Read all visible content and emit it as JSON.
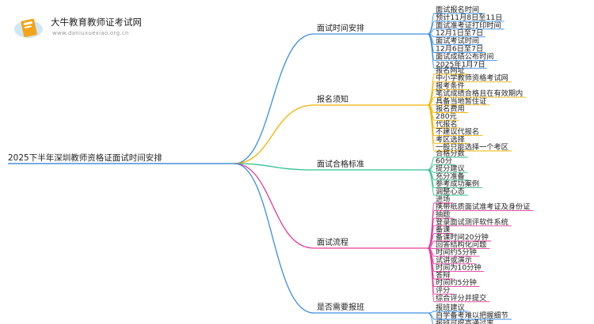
{
  "logo": {
    "brand": "大牛教育教师证考试网",
    "url": "www.daniuxuexiao.org.cn",
    "icon": "book-logo-icon"
  },
  "root": {
    "label": "2025下半年深圳教师资格证面试时间安排"
  },
  "branches": [
    {
      "label": "面试时间安排",
      "color": "#3a8ee6",
      "leaves": [
        "面试报名时间",
        "预计11月8日至11日",
        "面试准考证打印时间",
        "12月1日至7日",
        "面试考试时间",
        "12月6日至7日",
        "面试成绩公布时间",
        "2025年1月7日"
      ]
    },
    {
      "label": "报名须知",
      "color": "#f0b400",
      "leaves": [
        "报名网址",
        "中小学教师资格考试网",
        "报考条件",
        "笔试成绩合格且在有效期内",
        "具备当地暂住证",
        "报名费用",
        "280元",
        "代报名",
        "不建议代报名",
        "考区选择",
        "一般只能选择一个考区"
      ]
    },
    {
      "label": "面试合格标准",
      "color": "#2fbf8f",
      "leaves": [
        "合格分数",
        "60分",
        "提分建议",
        "充分准备",
        "参考成功案例",
        "调整心态"
      ]
    },
    {
      "label": "面试流程",
      "color": "#e63a9a",
      "leaves": [
        "进场",
        "携带纸质面试准考证及身份证",
        "抽题",
        "登录面试测评软件系统",
        "备课",
        "备课时间20分钟",
        "回答结构化问题",
        "时间约5分钟",
        "试讲或演示",
        "时间为10分钟",
        "答辩",
        "时间约5分钟",
        "评分",
        "综合评分并提交"
      ]
    },
    {
      "label": "是否需要报班",
      "color": "#3a8ee6",
      "leaves": [
        "报班建议",
        "自学备考难以把握细节",
        "报班可提高通过率"
      ]
    }
  ]
}
